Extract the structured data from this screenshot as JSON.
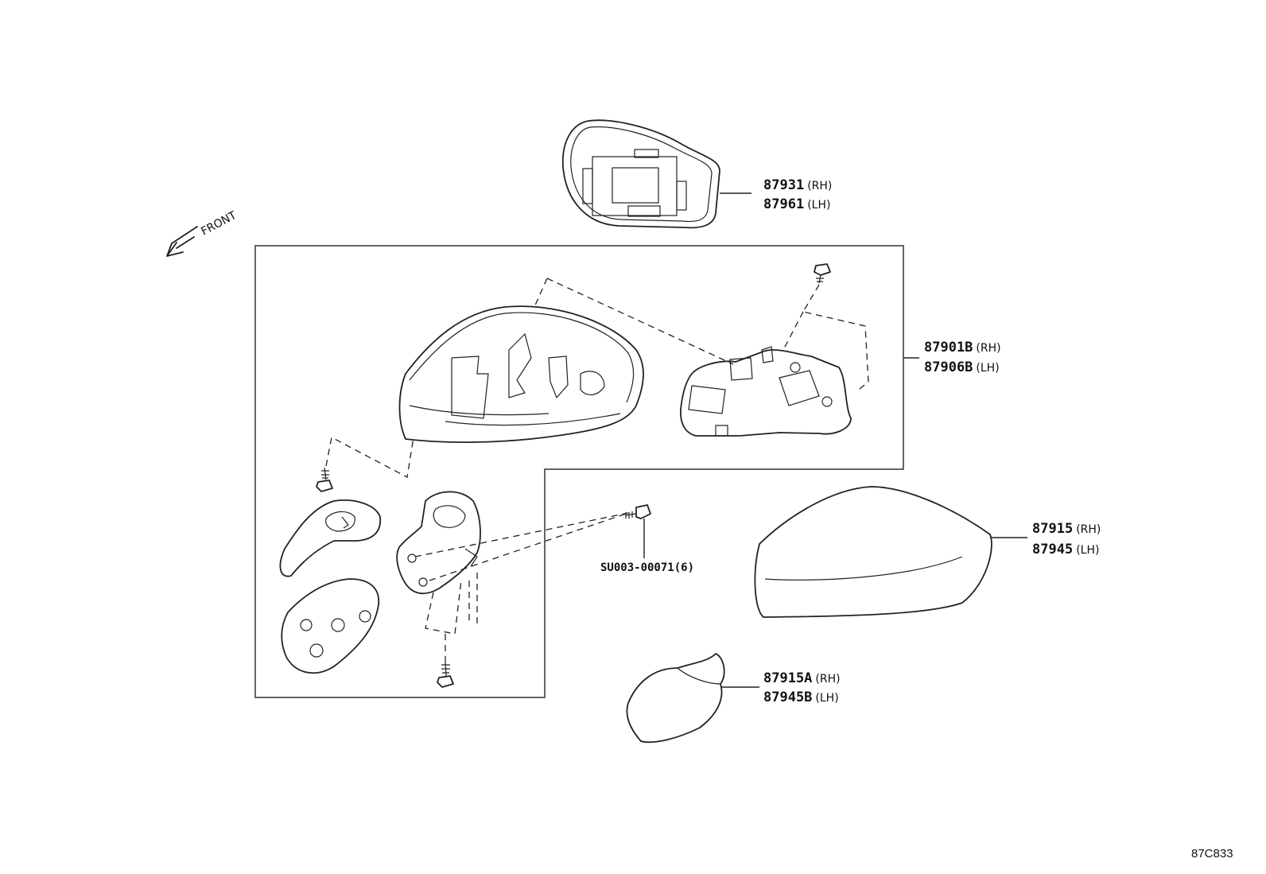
{
  "front_label": "FRONT",
  "diagram_code": "87C833",
  "labels": {
    "mirror_glass": {
      "rh_number": "87931",
      "rh_side": "(RH)",
      "lh_number": "87961",
      "lh_side": "(LH)"
    },
    "mirror_assy": {
      "rh_number": "87901B",
      "rh_side": "(RH)",
      "lh_number": "87906B",
      "lh_side": "(LH)"
    },
    "mirror_cover": {
      "rh_number": "87915",
      "rh_side": "(RH)",
      "lh_number": "87945",
      "lh_side": "(LH)"
    },
    "base_cover": {
      "rh_number": "87915A",
      "rh_side": "(RH)",
      "lh_number": "87945B",
      "lh_side": "(LH)"
    },
    "bolt": {
      "number": "SU003-00071",
      "qty": "(6)"
    }
  }
}
